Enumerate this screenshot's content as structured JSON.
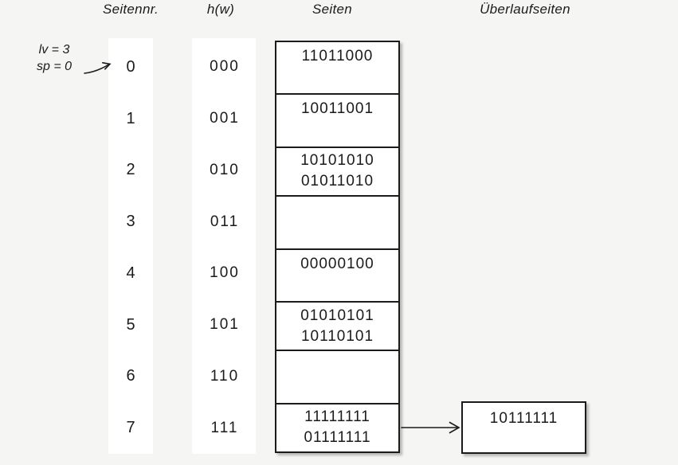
{
  "headers": {
    "page_number": "Seitennr.",
    "hash_function": "h(w)",
    "pages": "Seiten",
    "overflow_pages": "Überlaufseiten"
  },
  "annotation": {
    "level": "lv = 3",
    "split_pointer": "sp = 0"
  },
  "buckets": [
    {
      "page": "0",
      "hash": "000",
      "entries": [
        "11011000"
      ]
    },
    {
      "page": "1",
      "hash": "001",
      "entries": [
        "10011001"
      ]
    },
    {
      "page": "2",
      "hash": "010",
      "entries": [
        "10101010",
        "01011010"
      ]
    },
    {
      "page": "3",
      "hash": "011",
      "entries": []
    },
    {
      "page": "4",
      "hash": "100",
      "entries": [
        "00000100"
      ]
    },
    {
      "page": "5",
      "hash": "101",
      "entries": [
        "01010101",
        "10110101"
      ]
    },
    {
      "page": "6",
      "hash": "110",
      "entries": []
    },
    {
      "page": "7",
      "hash": "111",
      "entries": [
        "11111111",
        "01111111"
      ]
    }
  ],
  "overflow": {
    "attached_to_page": "7",
    "entries": [
      "10111111"
    ]
  },
  "icons": {
    "overflow_arrow": "arrow-right",
    "split_pointer_arrow": "arrow-up-right"
  },
  "colors": {
    "background": "#f5f5f3",
    "surface": "#ffffff",
    "line": "#1b1b1b"
  }
}
